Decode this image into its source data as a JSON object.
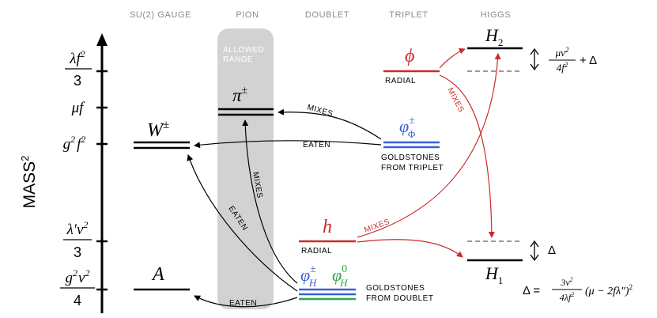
{
  "headers": {
    "gauge": "SU(2) GAUGE",
    "pion": "PION",
    "doublet": "DOUBLET",
    "triplet": "TRIPLET",
    "higgs": "HIGGS"
  },
  "axis": {
    "label": "MASS",
    "label_sup": "2",
    "ticks": {
      "lf2_num": "λf",
      "lf2_num_sup": "2",
      "lf2_den": "3",
      "muf": "μf",
      "g2f2_a": "g",
      "g2f2_a_sup": "2",
      "g2f2_b": "f",
      "g2f2_b_sup": "2",
      "lpv2_num": "λ′v",
      "lpv2_num_sup": "2",
      "lpv2_den": "3",
      "g2v2_num_a": "g",
      "g2v2_num_a_sup": "2",
      "g2v2_num_b": "v",
      "g2v2_num_b_sup": "2",
      "g2v2_den": "4"
    }
  },
  "pion": {
    "allowed_line1": "ALLOWED",
    "allowed_line2": "RANGE",
    "pi": "π",
    "pi_sup": "±"
  },
  "gauge": {
    "W": "W",
    "W_sup": "±",
    "A": "A"
  },
  "doublet": {
    "h": "h",
    "h_label": "RADIAL",
    "phiH": "φ",
    "phiH_sup": "±",
    "phiH_sub": "H",
    "phiH0": "φ",
    "phiH0_sup": "0",
    "phiH0_sub": "H",
    "goldstones_line1": "GOLDSTONES",
    "goldstones_line2": "FROM DOUBLET"
  },
  "triplet": {
    "phi": "ϕ",
    "phi_label": "RADIAL",
    "phiPhi": "φ",
    "phiPhi_sup": "±",
    "phiPhi_sub": "Φ",
    "goldstones_line1": "GOLDSTONES",
    "goldstones_line2": "FROM TRIPLET"
  },
  "higgs": {
    "H2": "H",
    "H2_sub": "2",
    "H1": "H",
    "H1_sub": "1",
    "shift_top_num": "μv",
    "shift_top_num_sup": "2",
    "shift_top_den": "4f",
    "shift_top_den_sup": "2",
    "shift_top_tail": "+ Δ",
    "shift_bot": "Δ",
    "delta_lhs": "Δ =",
    "delta_num": "3v",
    "delta_num_sup": "2",
    "delta_den": "4λf",
    "delta_den_sup": "2",
    "delta_tail": "(μ − 2fλ″)",
    "delta_tail_sup": "2"
  },
  "arrows": {
    "mixes_pi": "MIXES",
    "eaten_w": "EATEN",
    "mixes_vert": "MIXES",
    "eaten_diag": "EATEN",
    "eaten_a": "EATEN",
    "mixes_h": "MIXES",
    "mixes_phi": "MIXES"
  },
  "colors": {
    "black": "#000000",
    "red": "#cc2b2b",
    "blue": "#3d5fd6",
    "green": "#2aa84a",
    "gray_band": "#d2d2d2",
    "gray_text": "#8c8c8c",
    "dash": "#9a9a9a"
  }
}
